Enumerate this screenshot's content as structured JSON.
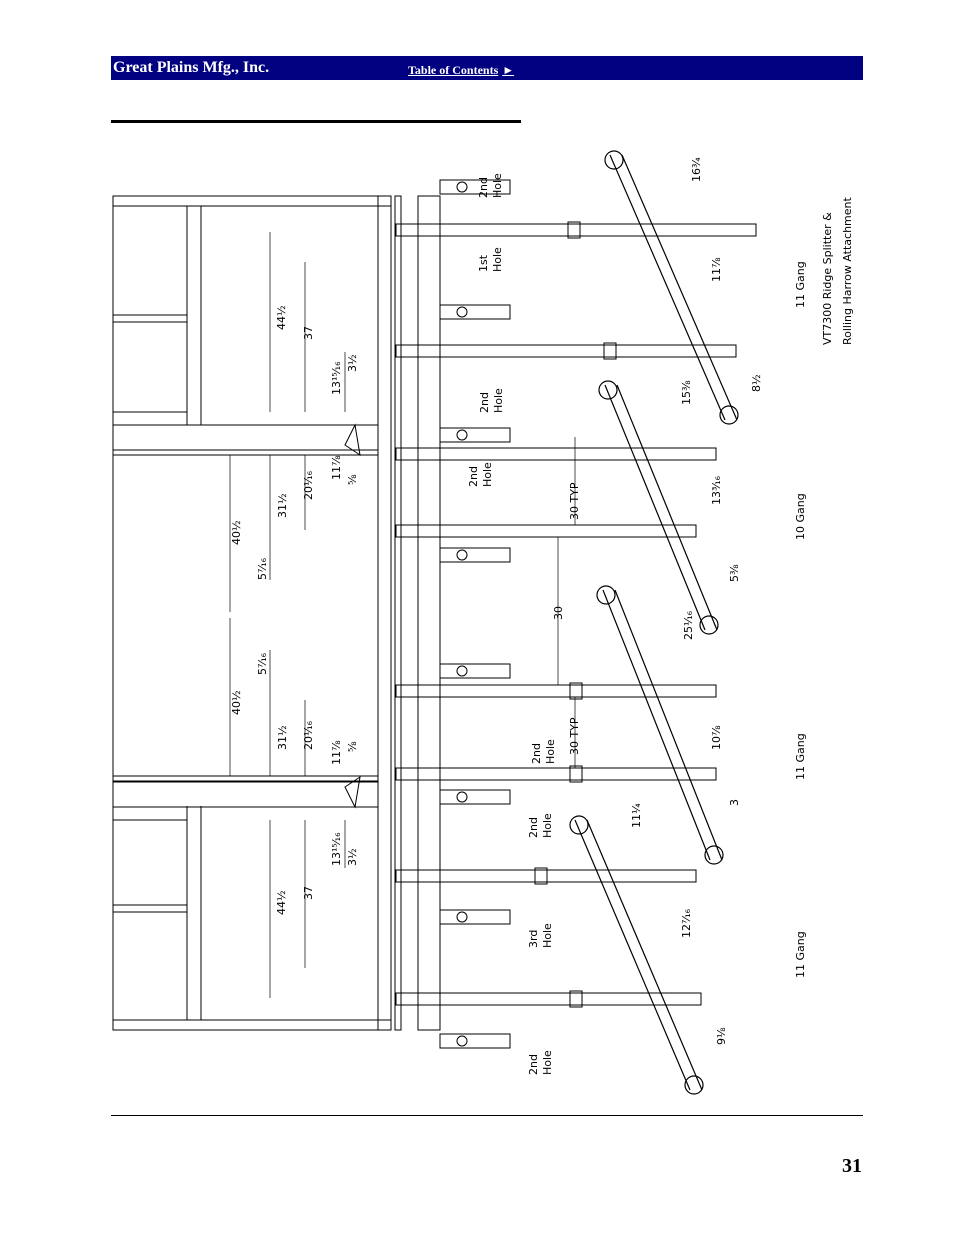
{
  "header": {
    "company": "Great Plains Mfg., Inc.",
    "toc_label": "Table of Contents",
    "toc_arrow": "►"
  },
  "page_number": "31",
  "drawing": {
    "caption_line1": "VT7300 Ridge Splitter &",
    "caption_line2": "Rolling Harrow Attachment",
    "gang_labels": [
      "11 Gang",
      "10 Gang",
      "11 Gang",
      "11 Gang"
    ],
    "hole_labels": [
      [
        "2nd",
        "Hole"
      ],
      [
        "1st",
        "Hole"
      ],
      [
        "2nd",
        "Hole"
      ],
      [
        "2nd",
        "Hole"
      ],
      [
        "2nd",
        "Hole"
      ],
      [
        "2nd",
        "Hole"
      ],
      [
        "3rd",
        "Hole"
      ],
      [
        "2nd",
        "Hole"
      ]
    ],
    "dimensions": {
      "d_44_5": "44½",
      "d_37": "37",
      "d_13_15_16": "13¹⁵⁄₁₆",
      "d_3_1_2": "3½",
      "d_20_1_16": "20¹⁄₁₆",
      "d_11_7_8": "11⅞",
      "d_5_8": "⅝",
      "d_31_1_2": "31½",
      "d_40_1_2": "40½",
      "d_5_7_16": "5⁷⁄₁₆",
      "d_30": "30",
      "d_30_typ": "30 TYP",
      "d_16_3_4": "16¾",
      "d_11_7_8b": "11⅞",
      "d_8_1_2": "8½",
      "d_15_3_8": "15⅜",
      "d_13_3_16": "13³⁄₁₆",
      "d_5_3_8": "5⅜",
      "d_25_1_16": "25¹⁄₁₆",
      "d_10_7_8": "10⅞",
      "d_3": "3",
      "d_11_1_4": "11¼",
      "d_12_7_16": "12⁷⁄₁₆",
      "d_9_1_8": "9⅛"
    }
  }
}
